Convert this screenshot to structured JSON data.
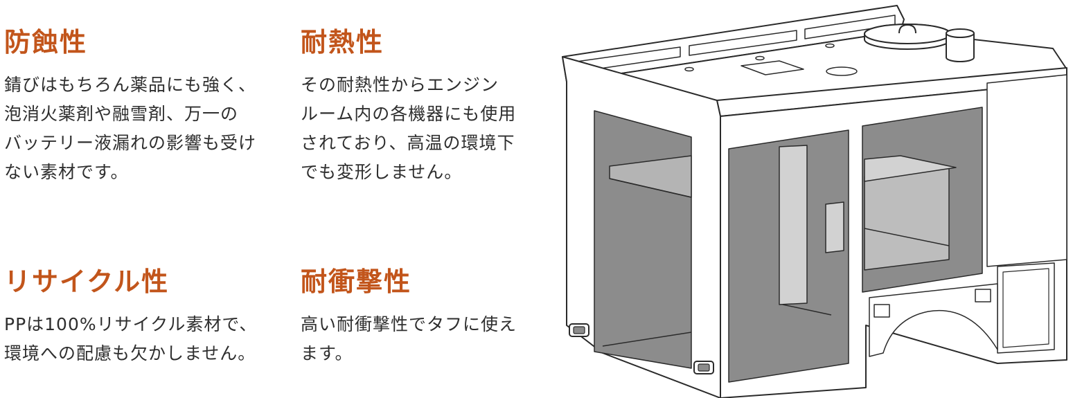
{
  "features": [
    {
      "title": "防蝕性",
      "lines": [
        "錆びはもちろん薬品にも強く、",
        "泡消火薬剤や融雪剤、万一の",
        "バッテリー液漏れの影響も受け",
        "ない素材です。"
      ]
    },
    {
      "title": "耐熱性",
      "lines": [
        "その耐熱性からエンジン",
        "ルーム内の各機器にも使用",
        "されており、高温の環境下",
        "でも変形しません。"
      ]
    },
    {
      "title": "リサイクル性",
      "lines": [
        "PPは100%リサイクル素材で、",
        "環境への配慮も欠かしません。"
      ]
    },
    {
      "title": "耐衝撃性",
      "lines": [
        "高い耐衝撃性でタフに使え",
        "ます。"
      ]
    }
  ],
  "colors": {
    "heading": "#c2551b",
    "body_text": "#2e2e2e",
    "illustration_stroke": "#2a2a2a",
    "illustration_shade": "#8c8c8c"
  },
  "illustration": {
    "subject": "polypropylene vehicle cabinet line drawing"
  }
}
